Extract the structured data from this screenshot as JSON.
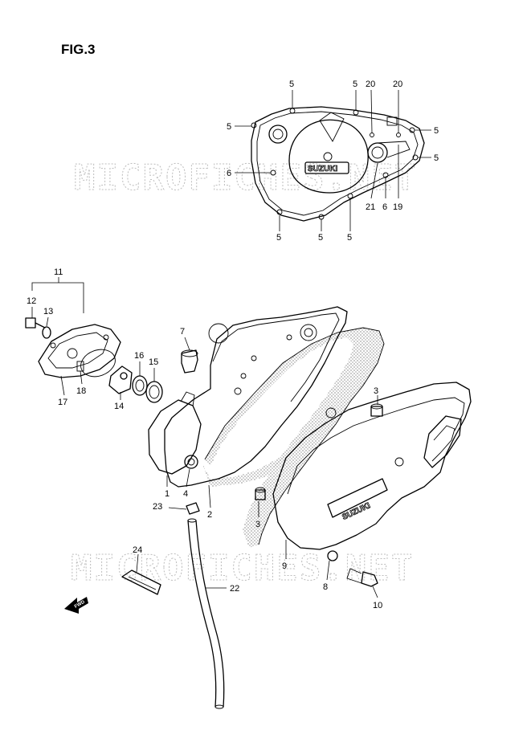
{
  "figure": {
    "title": "FIG.3"
  },
  "watermark": {
    "text": "MICROFICHES.NET"
  },
  "brand": {
    "text": "SUZUKI"
  },
  "direction": {
    "text": "FWD"
  },
  "callouts": {
    "c1": "1",
    "c2": "2",
    "c3a": "3",
    "c3b": "3",
    "c4": "4",
    "c5a": "5",
    "c5b": "5",
    "c5c": "5",
    "c5d": "5",
    "c5e": "5",
    "c5f": "5",
    "c5g": "5",
    "c5h": "5",
    "c6a": "6",
    "c6b": "6",
    "c7": "7",
    "c8": "8",
    "c9": "9",
    "c10": "10",
    "c11": "11",
    "c12": "12",
    "c13": "13",
    "c14": "14",
    "c15": "15",
    "c16": "16",
    "c17": "17",
    "c18": "18",
    "c19": "19",
    "c20a": "20",
    "c20b": "20",
    "c21": "21",
    "c22": "22",
    "c23": "23",
    "c24": "24"
  }
}
